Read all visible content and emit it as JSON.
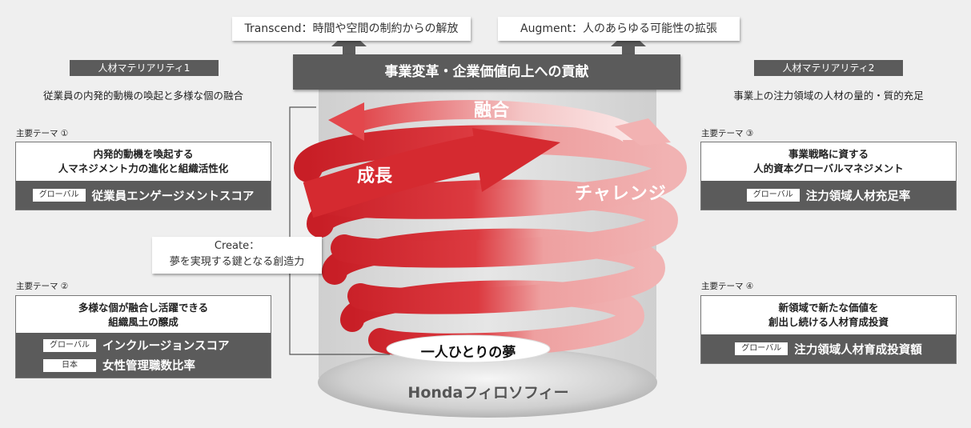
{
  "top": {
    "transcend": "Transcend：時間や空間の制約からの解放",
    "augment": "Augment：人のあらゆる可能性の拡張",
    "banner": "事業変革・企業価値向上への貢献"
  },
  "materiality1": {
    "tag": "人材マテリアリティ1",
    "desc": "従業員の内発的動機の喚起と多様な個の融合",
    "theme1": {
      "label": "主要テーマ ①",
      "line1": "内発的動機を喚起する",
      "line2": "人マネジメント力の進化と組織活性化",
      "kpis": [
        {
          "tag": "グローバル",
          "text": "従業員エンゲージメントスコア"
        }
      ]
    },
    "theme2": {
      "label": "主要テーマ ②",
      "line1": "多様な個が融合し活躍できる",
      "line2": "組織風土の醸成",
      "kpis": [
        {
          "tag": "グローバル",
          "text": "インクルージョンスコア"
        },
        {
          "tag": "日本",
          "text": "女性管理職数比率"
        }
      ]
    }
  },
  "materiality2": {
    "tag": "人材マテリアリティ2",
    "desc": "事業上の注力領域の人材の量的・質的充足",
    "theme3": {
      "label": "主要テーマ ③",
      "line1": "事業戦略に資する",
      "line2": "人的資本グローバルマネジメント",
      "kpis": [
        {
          "tag": "グローバル",
          "text": "注力領域人材充足率"
        }
      ]
    },
    "theme4": {
      "label": "主要テーマ ④",
      "line1": "新領域で新たな価値を",
      "line2": "創出し続ける人材育成投資",
      "kpis": [
        {
          "tag": "グローバル",
          "text": "注力領域人材育成投資額"
        }
      ]
    }
  },
  "spiral": {
    "fusion": "融合",
    "growth": "成長",
    "challenge": "チャレンジ",
    "dream": "一人ひとりの夢",
    "philosophy": "Hondaフィロソフィー"
  },
  "create": {
    "line1": "Create：",
    "line2": "夢を実現する鍵となる創造力"
  },
  "colors": {
    "dark_gray": "#5b5b5b",
    "red": "#d0242b",
    "pink": "#f2a7a7"
  }
}
